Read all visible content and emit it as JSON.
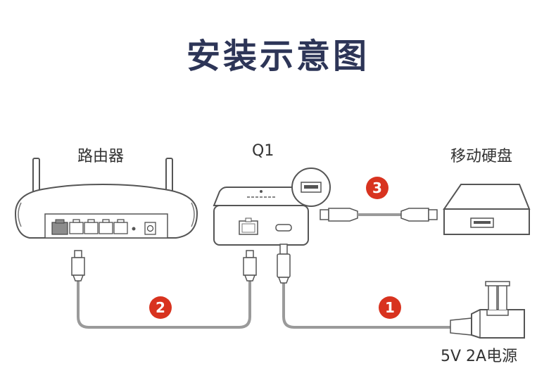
{
  "title": "安装示意图",
  "labels": {
    "router": "路由器",
    "q1": "Q1",
    "hdd": "移动硬盘",
    "power": "5V 2A电源"
  },
  "steps": [
    "1",
    "2",
    "3"
  ],
  "colors": {
    "title": "#2d3557",
    "badge": "#d8331f",
    "outline": "#555555",
    "cable": "#9a9a9a"
  }
}
